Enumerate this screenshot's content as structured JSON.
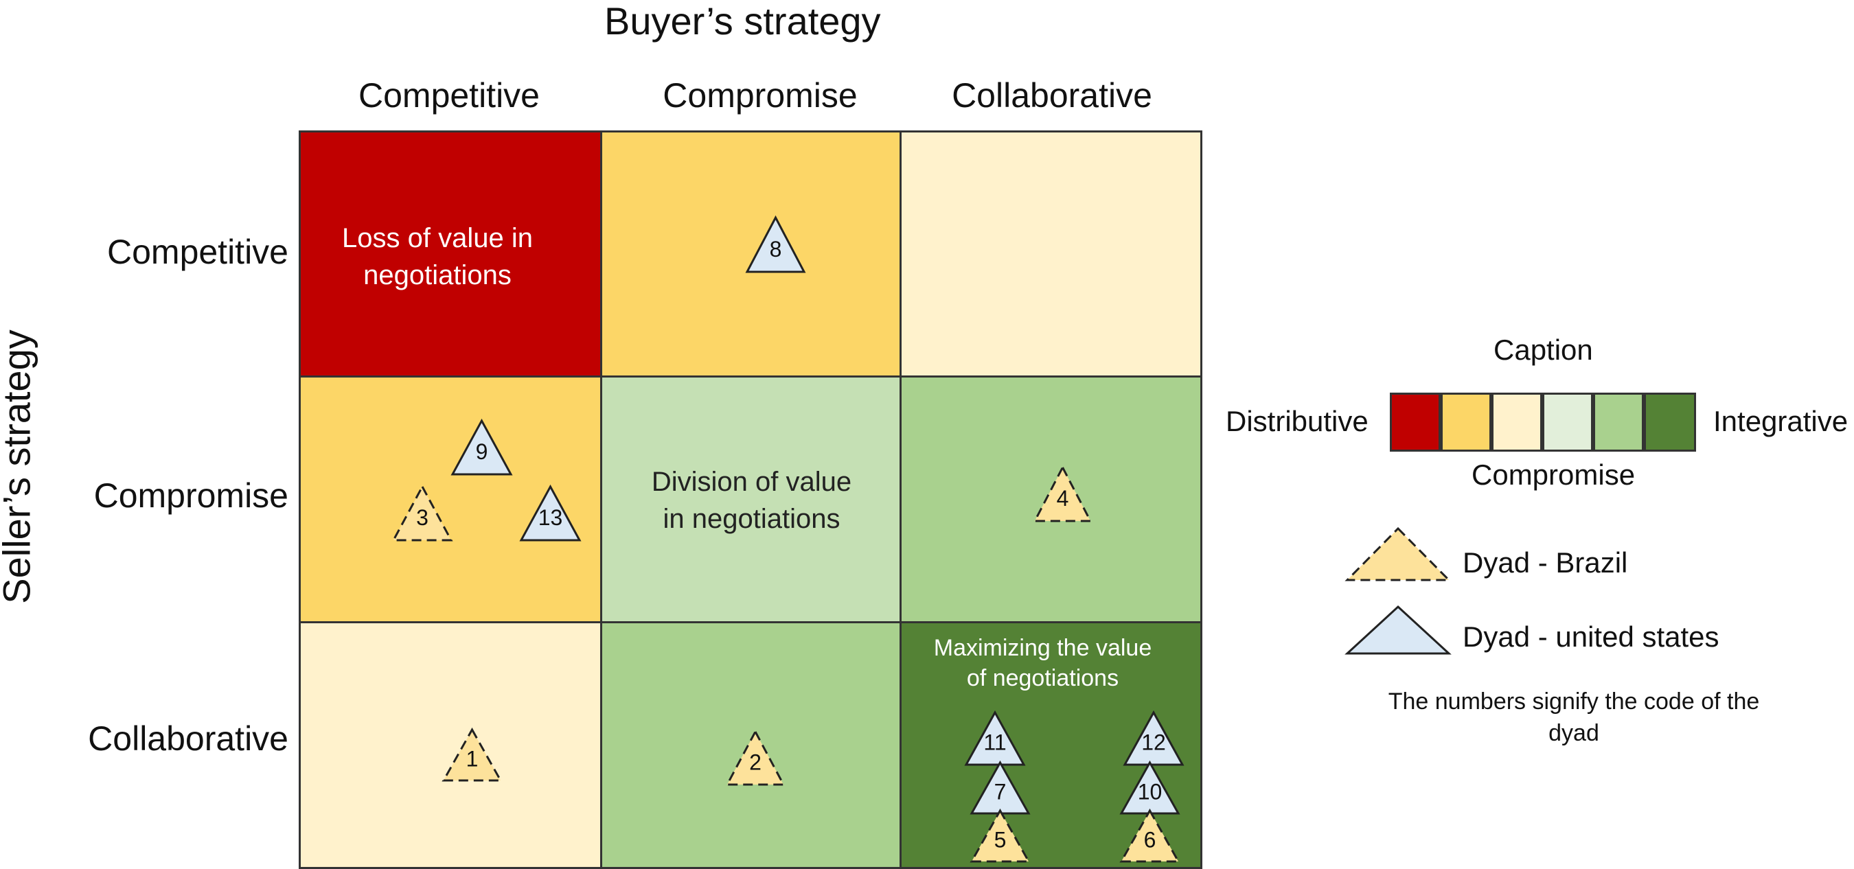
{
  "buyer_title": "Buyer’s strategy",
  "seller_title": "Seller’s strategy",
  "columns": [
    "Competitive",
    "Compromise",
    "Collaborative"
  ],
  "rows": [
    "Competitive",
    "Compromise",
    "Collaborative"
  ],
  "cell_texts": {
    "loss": [
      "Loss of value in",
      "negotiations"
    ],
    "division": [
      "Division of value",
      "in negotiations"
    ],
    "max": [
      "Maximizing the value",
      "of negotiations"
    ]
  },
  "colors": {
    "distributive": "#c00000",
    "yellow": "#fcd667",
    "cream": "#fff2cc",
    "pale_green": "#c5e0b4",
    "light_green": "#a9d18e",
    "dark_green": "#548235",
    "tri_brazil": "#fde29b",
    "tri_us": "#dae8f5"
  },
  "caption": {
    "title": "Caption",
    "left": "Distributive",
    "right": "Integrative",
    "bottom": "Compromise"
  },
  "legend": {
    "brazil": "Dyad - Brazil",
    "us": "Dyad - united states",
    "note": [
      "The numbers signify the code of the",
      "dyad"
    ]
  },
  "triangles": {
    "t8": "8",
    "t9": "9",
    "t3": "3",
    "t13": "13",
    "t4": "4",
    "t1": "1",
    "t2": "2",
    "t11": "11",
    "t12": "12",
    "t7": "7",
    "t10": "10",
    "t5": "5",
    "t6": "6"
  }
}
